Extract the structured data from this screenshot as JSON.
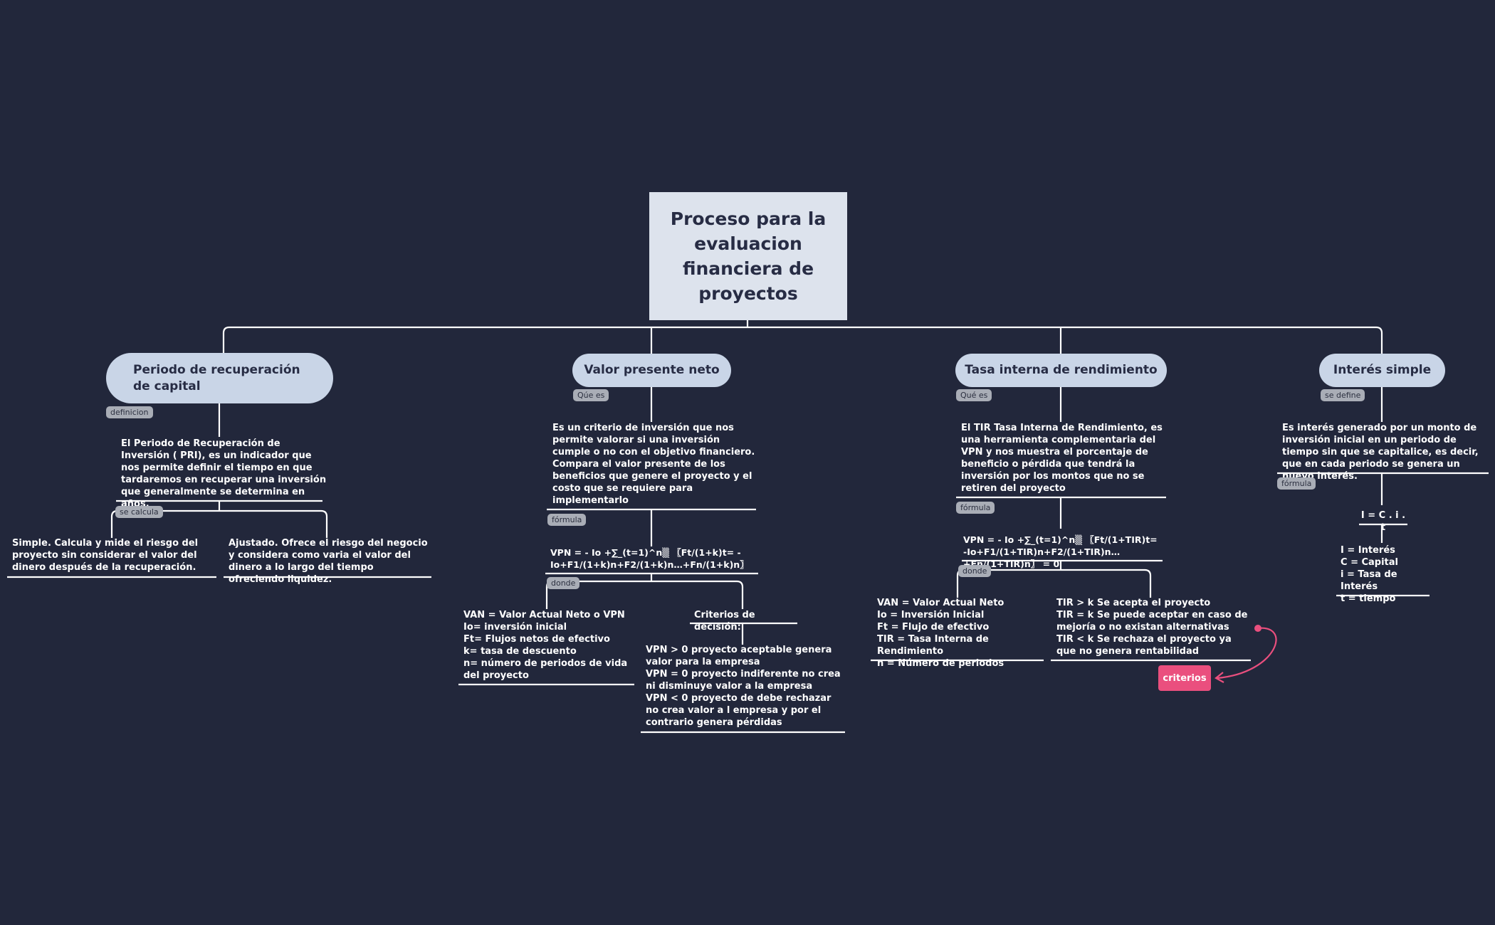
{
  "root": {
    "title": "Proceso para la evaluacion financiera de proyectos"
  },
  "branches": {
    "pri": {
      "title": "Periodo de recuperación de capital",
      "tag_definicion": "definicion",
      "definition": "El Periodo de Recuperación de Inversión ( PRI), es un indicador que nos permite definir el tiempo en que tardaremos en recuperar una inversión que generalmente se determina en años.",
      "tag_calcula": "se calcula",
      "simple": "Simple. Calcula y mide el riesgo del proyecto sin considerar el valor del dinero después de la recuperación.",
      "ajustado": "Ajustado. Ofrece el riesgo del negocio y considera como varia el valor del dinero a lo largo del tiempo ofreciendo liquidez."
    },
    "vpn": {
      "title": "Valor presente neto",
      "tag_que_es": "Qúe es",
      "definition": "Es un criterio de inversión que nos permite valorar si una inversión cumple o no con el objetivo financiero.\nCompara el valor presente de los beneficios que genere el proyecto y el costo que se requiere para implementarlo",
      "tag_formula": "fórmula",
      "formula": "VPN = - Io +∑_(t=1)^n▒ 〖Ft/(1+k)t= -Io+F1/(1+k)n+F2/(1+k)n…+Fn/(1+k)n〗",
      "tag_donde": "donde",
      "variables": "VAN = Valor Actual Neto o VPN\nIo= inversión inicial\nFt= Flujos netos de efectivo\nk= tasa de descuento\nn= número de periodos de vida del proyecto",
      "criteria_title": "Criterios de decisión:",
      "criteria": "VPN > 0 proyecto aceptable genera valor para la empresa\nVPN = 0 proyecto indiferente no crea ni disminuye valor a la empresa\nVPN < 0 proyecto de debe rechazar no crea valor a l empresa y por el contrario genera pérdidas"
    },
    "tir": {
      "title": "Tasa interna de rendimiento",
      "tag_que_es": "Qué es",
      "definition": "El TIR Tasa Interna de Rendimiento, es una herramienta complementaria del VPN y nos muestra el porcentaje de beneficio o pérdida que tendrá la inversión por los montos que no se retiren del proyecto",
      "tag_formula": "fórmula",
      "formula": "VPN = - Io +∑_(t=1)^n▒ 〖Ft/(1+TIR)t= -Io+F1/(1+TIR)n+F2/(1+TIR)n…+Fn/(1+TIR)n〗 = 0",
      "tag_donde": "donde",
      "variables": "VAN = Valor Actual Neto\nIo = Inversión Inicial\nFt = Flujo de efectivo\nTIR = Tasa Interna de Rendimiento\nn = Número de periodos",
      "rules": "TIR > k Se acepta el proyecto\nTIR = k Se puede aceptar en caso de mejoría o no existan alternativas\nTIR < k Se rechaza el proyecto ya que no genera rentabilidad",
      "criterios_label": "criterios"
    },
    "interes": {
      "title": "Interés simple",
      "tag_define": "se define",
      "definition": "Es interés generado por un monto de inversión inicial en un periodo de tiempo sin que se capitalice, es decir, que en cada periodo se genera un nuevo interés.",
      "tag_formula": "fórmula",
      "formula": "I = C . i . t",
      "variables": "I = Interés\nC = Capital\ni = Tasa de Interés\nt = tiempo"
    }
  },
  "colors": {
    "background": "#22273b",
    "root_fill": "#dde3ed",
    "branch_fill": "#c9d5e7",
    "line": "#ffffff",
    "tag_fill": "#a9adb6",
    "accent": "#ea4f7e"
  }
}
